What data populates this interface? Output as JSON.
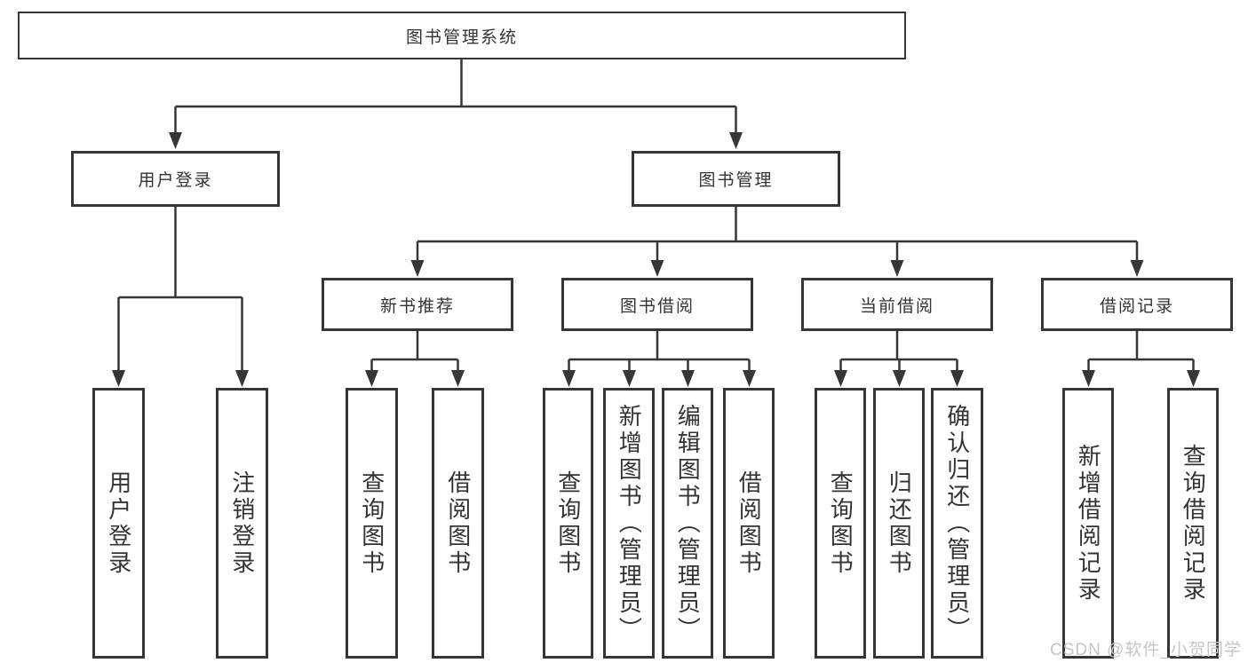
{
  "diagram": {
    "root": {
      "label": "图书管理系统"
    },
    "branches": [
      {
        "label": "用户登录",
        "leaves": [
          "用户登录",
          "注销登录"
        ]
      },
      {
        "label": "图书管理",
        "children": [
          {
            "label": "新书推荐",
            "leaves": [
              "查询图书",
              "借阅图书"
            ]
          },
          {
            "label": "图书借阅",
            "leaves": [
              "查询图书",
              "新增图书（管理员）",
              "编辑图书（管理员）",
              "借阅图书"
            ]
          },
          {
            "label": "当前借阅",
            "leaves": [
              "查询图书",
              "归还图书",
              "确认归还（管理员）"
            ]
          },
          {
            "label": "借阅记录",
            "leaves": [
              "新增借阅记录",
              "查询借阅记录"
            ]
          }
        ]
      }
    ]
  },
  "watermark": {
    "text": "CSDN @软件_小贺同学"
  },
  "colors": {
    "line": "#363636",
    "text": "#333333",
    "background": "#ffffff",
    "watermark": "#c6c6c6"
  }
}
